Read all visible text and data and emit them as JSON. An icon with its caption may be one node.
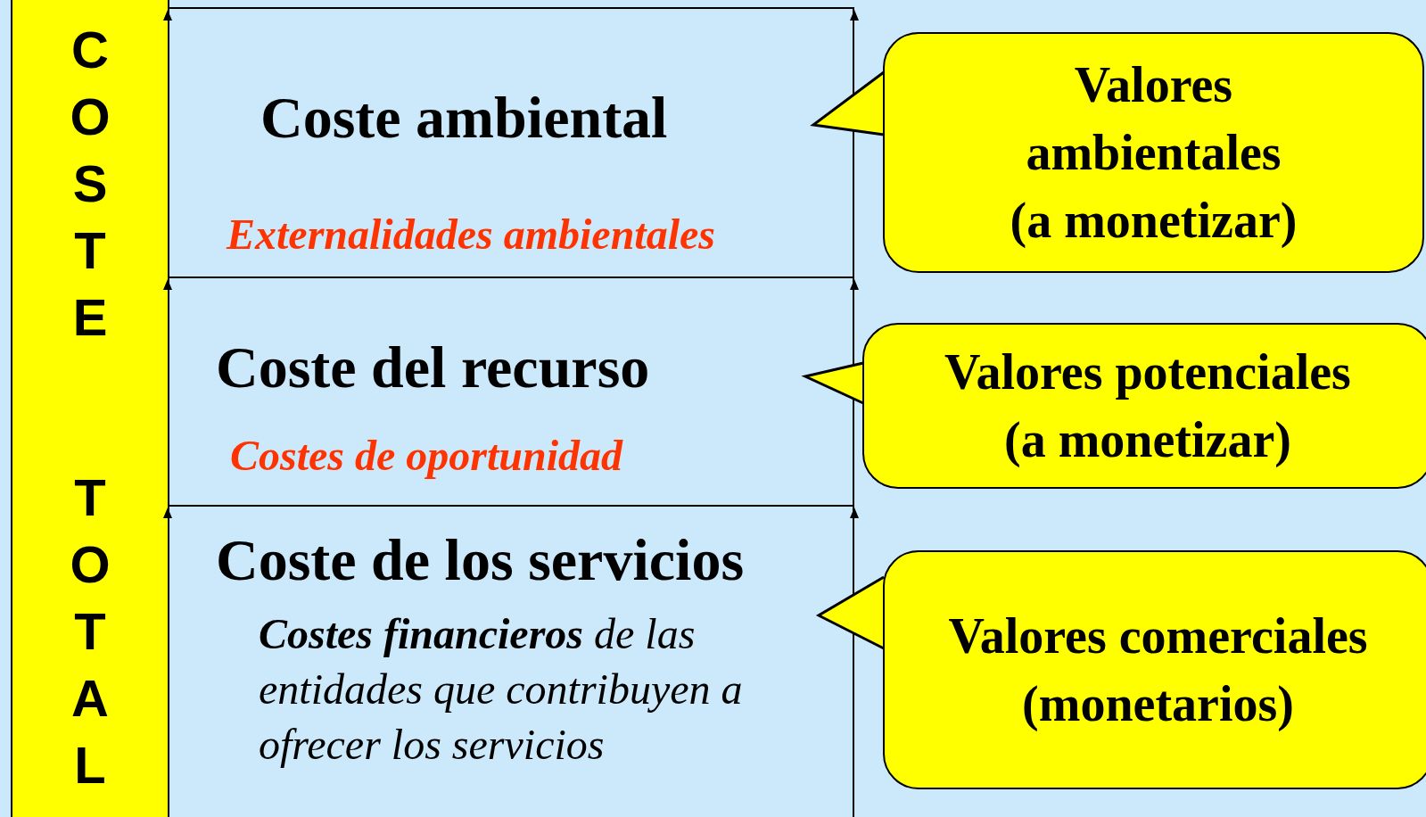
{
  "diagram": {
    "nodes": [
      {
        "text": [
          "COSTE TOTAL"
        ]
      },
      {
        "text": [
          "Coste ambiental",
          "Externalidades ambientales"
        ]
      },
      {
        "text": [
          "Coste del recurso",
          "Costes de oportunidad"
        ]
      },
      {
        "text": [
          "Coste de los servicios",
          "**Costes financieros** de las entidades que contribuyen a ofrecer los servicios"
        ]
      },
      {
        "text": [
          "Valores ambientales (a monetizar)"
        ]
      },
      {
        "text": [
          "Valores potenciales (a monetizar)"
        ]
      },
      {
        "text": [
          "Valores comerciales (monetarios)"
        ]
      }
    ],
    "edges": [
      {
        "from": 4,
        "to": 1,
        "arrow": "to"
      },
      {
        "from": 5,
        "to": 2,
        "arrow": "to"
      },
      {
        "from": 6,
        "to": 3,
        "arrow": "to"
      }
    ]
  }
}
